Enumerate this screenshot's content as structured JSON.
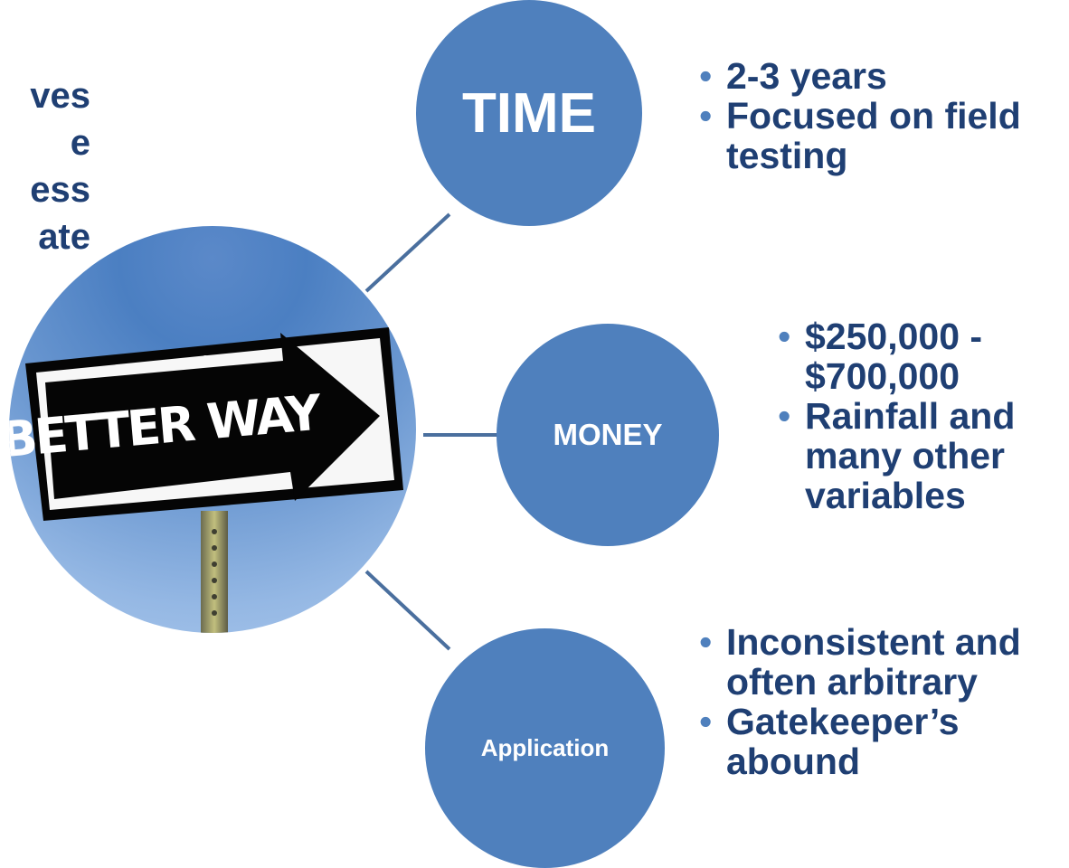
{
  "left_text": {
    "lines": [
      "ves",
      "e",
      "ess",
      "ate"
    ]
  },
  "photo": {
    "sign_text": "BETTER WAY"
  },
  "nodes": {
    "time": "TIME",
    "money": "MONEY",
    "application": "Application"
  },
  "bullets": {
    "time": [
      "2-3 years",
      "Focused on field testing"
    ],
    "money": [
      "$250,000 - $700,000",
      "Rainfall and many other variables"
    ],
    "application": [
      "Inconsistent and often arbitrary",
      "Gatekeeper’s abound"
    ]
  },
  "colors": {
    "node_fill": "#4f80bd",
    "text_dark_blue": "#1f3f73",
    "connector": "#4a6f9e",
    "sky_blue": "#6e9ad2"
  }
}
